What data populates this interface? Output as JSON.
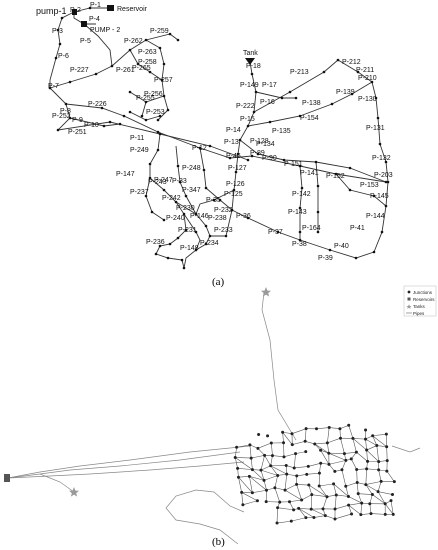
{
  "panel_a": {
    "caption": "(a)",
    "special_labels": {
      "pump1": "pump-1",
      "pump2": "PUMP - 2",
      "reservoir": "Reservoir",
      "tank": "Tank"
    },
    "pipe_labels": [
      "P-1",
      "P-2",
      "P-3",
      "P-4",
      "P-5",
      "P-6",
      "P-7",
      "P-8",
      "P-9",
      "P-10",
      "P-11",
      "P-12",
      "P-13",
      "P-14",
      "P-15",
      "P-16",
      "P-17",
      "P-18",
      "P-33",
      "P-35",
      "P-36",
      "P-37",
      "P-38",
      "P-39",
      "P-40",
      "P-41",
      "P-45",
      "P-89",
      "P-90",
      "P-125",
      "P-126",
      "P-127",
      "P-128",
      "P-130",
      "P-131",
      "P-132",
      "P-134",
      "P-135",
      "P-138",
      "P-139",
      "P-141",
      "P-142",
      "P-143",
      "P-144",
      "P-145",
      "P-146",
      "P-147",
      "P-148",
      "P-149",
      "P-151",
      "P-152",
      "P-153",
      "P-154",
      "P-164",
      "P-203",
      "P-210",
      "P-211",
      "P-212",
      "P-213",
      "P-222",
      "P-226",
      "P-227",
      "P-230",
      "P-231",
      "P-232",
      "P-233",
      "P-234",
      "P-236",
      "P-237",
      "P-238",
      "P-240",
      "P-242",
      "P-243",
      "P-247",
      "P-248",
      "P-249",
      "P-251",
      "P-252",
      "P-253",
      "P-255",
      "P-256",
      "P-257",
      "P-258",
      "P-259",
      "P-261",
      "P-262",
      "P-263",
      "P-265",
      "P-347"
    ]
  },
  "panel_b": {
    "caption": "(b)",
    "legend": [
      {
        "label": "Junctions",
        "icon": "junction-dot-icon"
      },
      {
        "label": "Reservoirs",
        "icon": "reservoir-square-icon"
      },
      {
        "label": "Tanks",
        "icon": "tank-star-icon"
      },
      {
        "label": "Pipes",
        "icon": "pipe-line-icon"
      }
    ]
  },
  "colors": {
    "pipe": "#333333",
    "pipe_b": "#888888",
    "node": "#111111",
    "tank_b": "#9a9a9a"
  }
}
